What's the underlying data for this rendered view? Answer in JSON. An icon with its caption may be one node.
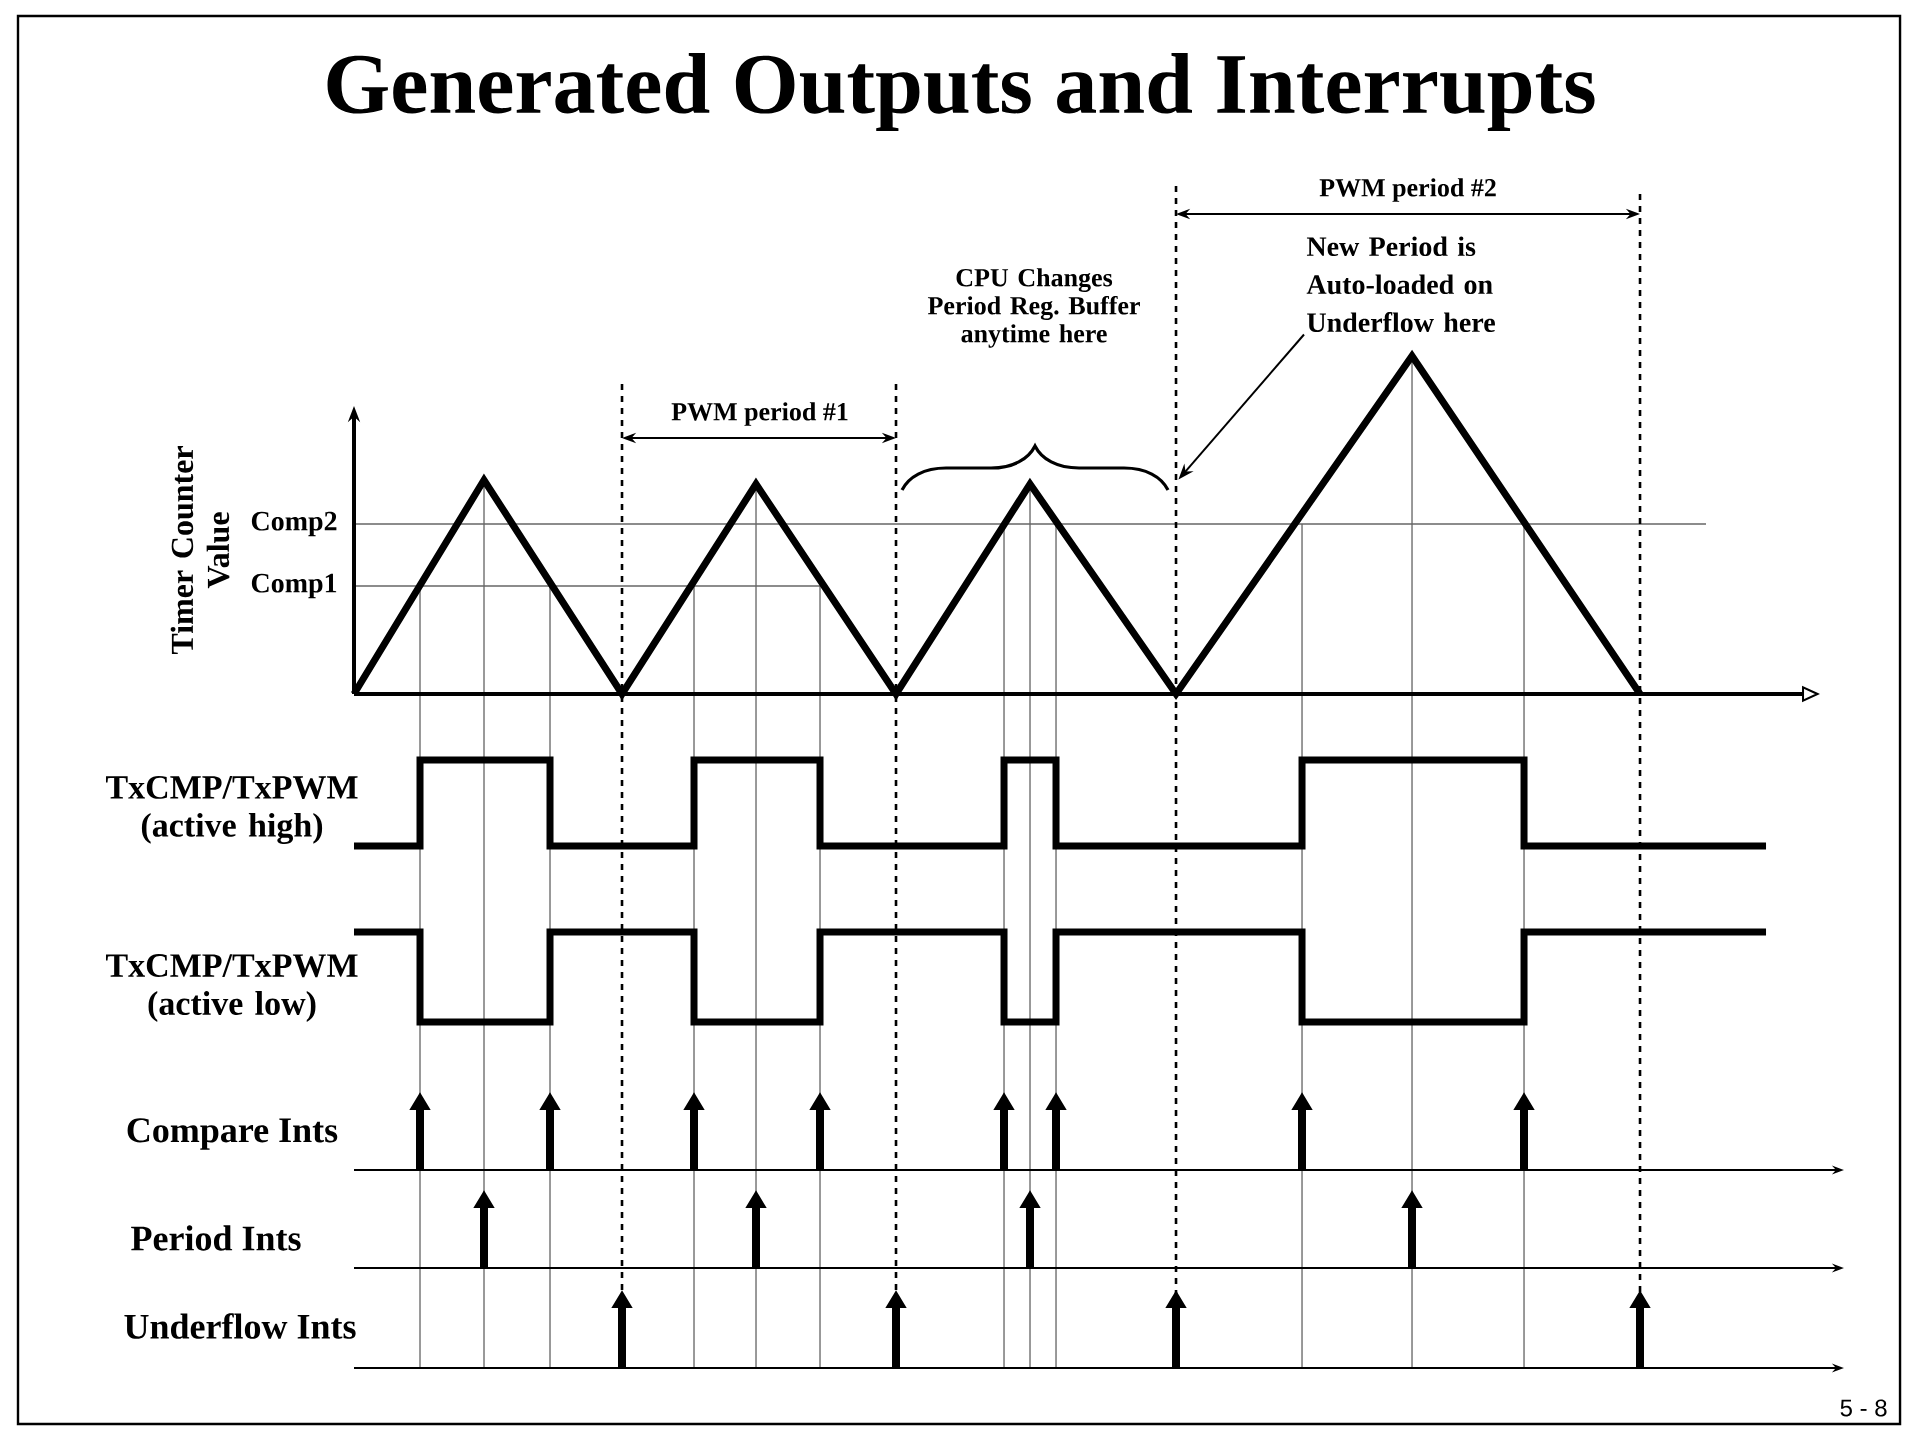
{
  "diagram": {
    "title": "Generated Outputs and Interrupts",
    "nodes": [
      {
        "text": [
          "New Period is Auto-loaded on Underflow here"
        ]
      },
      {
        "text": [],
        "shape": "line"
      }
    ],
    "edges": [
      {
        "from": 0,
        "to": 1,
        "arrow": "to"
      }
    ],
    "labels": [
      "PWM period #2",
      "CPU Changes Period Reg. Buffer anytime here",
      "PWM period #1",
      "Timer Counter Value",
      "Comp2",
      "Comp1",
      "TxCMP/TxPWM (active high)",
      "TxCMP/TxPWM (active low)",
      "Compare Ints",
      "Period Ints",
      "Underflow Ints",
      "5 - 8"
    ]
  }
}
